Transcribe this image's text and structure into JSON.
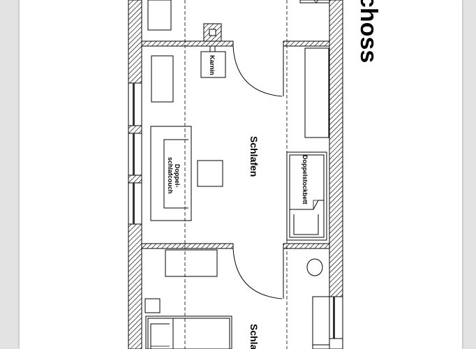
{
  "document": {
    "type": "floor-plan",
    "title_fragment": "choss",
    "colors": {
      "page": "#ffffff",
      "background": "#e3e3e3",
      "line": "#000000"
    }
  },
  "rooms": [
    {
      "name": "Schlafen",
      "label": "Schlafen"
    },
    {
      "name": "Schlafen-lower",
      "label": "Schla"
    }
  ],
  "furniture": {
    "fireplace": "Karnin",
    "sofa_bed_line1": "Doppel-",
    "sofa_bed_line2": "schlafcouch",
    "bunk_bed": "Doppelstockbett"
  }
}
